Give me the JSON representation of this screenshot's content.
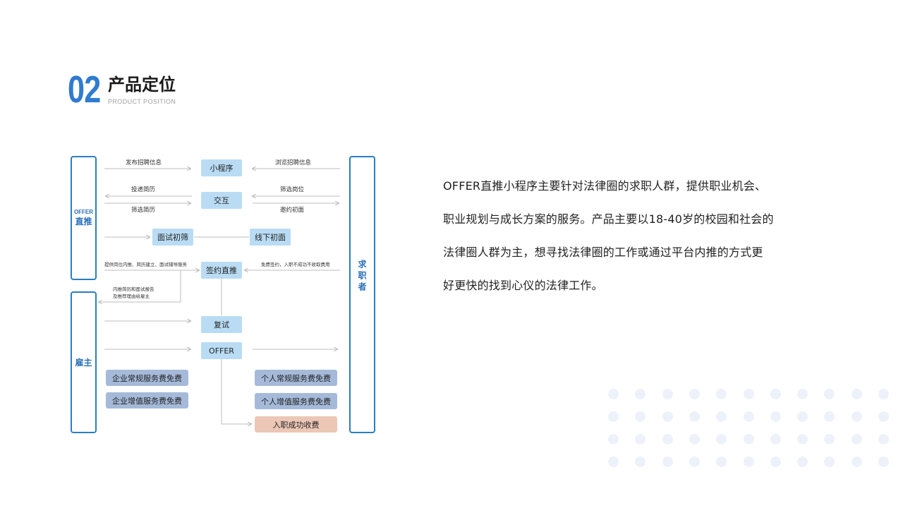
{
  "header": {
    "number": "02",
    "title": "产品定位",
    "subtitle": "PRODUCT POSITION"
  },
  "colors": {
    "accent": "#2f7bd0",
    "node_fill": "#b9dcf4",
    "fee_fill": "#a5bad9",
    "success_fee_fill": "#ecc7b6",
    "dot_fill": "#edf2fa"
  },
  "diagram": {
    "offer": {
      "top": "OFFER",
      "bottom": "直推"
    },
    "employer": "雇主",
    "seeker": "求职者",
    "nodes": {
      "mini_program": "小程序",
      "interact": "交互",
      "first_screen": "面试初筛",
      "offline_interview": "线下初面",
      "sign": "签约直推",
      "second_interview": "复试",
      "offer": "OFFER"
    },
    "labels": {
      "post_jobs": "发布招聘信息",
      "browse_jobs": "浏览招聘信息",
      "submit_resume": "投递简历",
      "filter_jobs": "筛选岗位",
      "screen_resume": "筛选简历",
      "invite_interview": "邀约初面",
      "services": "提供岗位内推、简历建立、面试辅导服务",
      "free_sign": "免费签约，入职不成功不收取费用",
      "referral_line1": "内推简历和面试报告",
      "referral_line2": "及推荐理由给雇主"
    },
    "fees": {
      "enterprise_regular": "企业常规服务费免费",
      "enterprise_value": "企业增值服务费免费",
      "personal_regular": "个人常规服务费免费",
      "personal_value": "个人增值服务费免费",
      "success": "入职成功收费"
    }
  },
  "description": {
    "lines": [
      "OFFER直推小程序主要针对法律圈的求职人群，提供职业机会、",
      "职业规划与成长方案的服务。产品主要以18-40岁的校园和社会的",
      "法律圈人群为主，想寻找法律圈的工作或通过平台内推的方式更",
      "好更快的找到心仪的法律工作。"
    ]
  }
}
